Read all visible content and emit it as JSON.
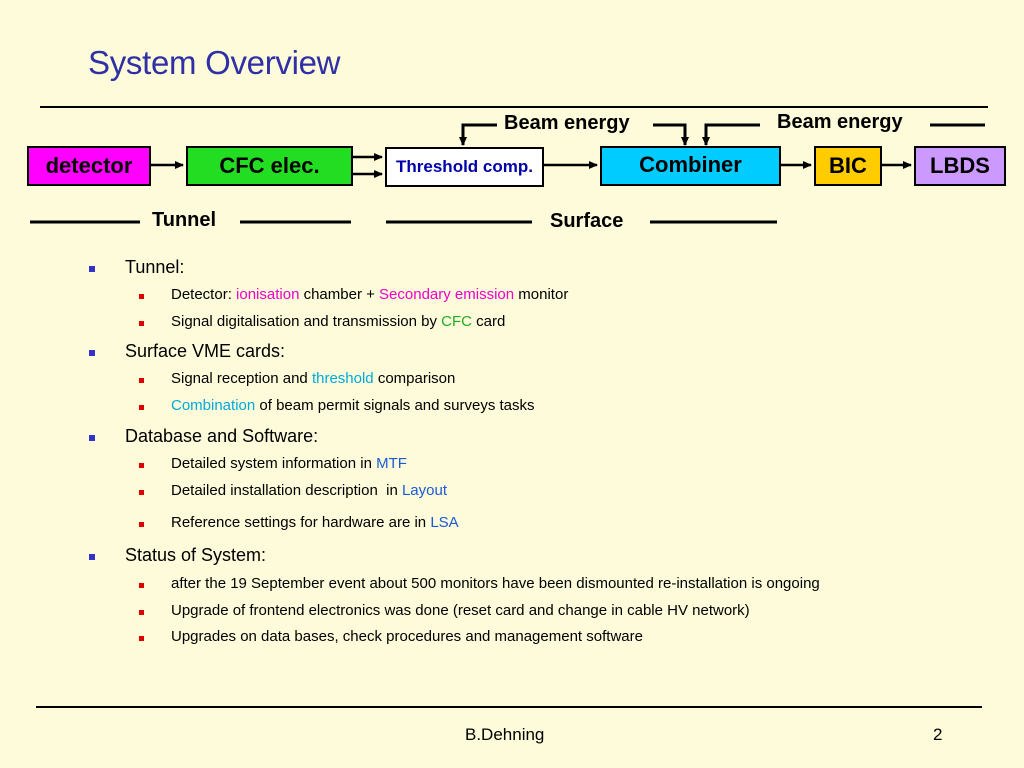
{
  "title": "System Overview",
  "diagram": {
    "boxes": {
      "detector": "detector",
      "cfc": "CFC elec.",
      "threshold": "Threshold comp.",
      "combiner": "Combiner",
      "bic": "BIC",
      "lbds": "LBDS"
    },
    "beam_energy_1": "Beam energy",
    "beam_energy_2": "Beam energy",
    "tunnel": "Tunnel",
    "surface": "Surface",
    "colors": {
      "detector": "#ff00ff",
      "cfc": "#22dd22",
      "threshold": "#ffffff",
      "combiner": "#00ccff",
      "bic": "#ffcc00",
      "lbds": "#cc99ff"
    }
  },
  "bullets": {
    "tunnel": {
      "heading": "Tunnel:",
      "items": [
        {
          "a": "Detector: ",
          "b": "ionisation",
          "c": " chamber + ",
          "d": "Secondary emission",
          "e": " monitor"
        },
        {
          "a": "Signal digitalisation and transmission by ",
          "b": "CFC",
          "c": " card"
        }
      ]
    },
    "surface": {
      "heading": "Surface VME cards:",
      "items": [
        {
          "a": "Signal reception and ",
          "b": "threshold",
          "c": " comparison"
        },
        {
          "a": "Combination",
          "b": " of beam permit signals and surveys tasks"
        }
      ]
    },
    "database": {
      "heading": "Database and Software:",
      "items": [
        {
          "a": "Detailed system information in ",
          "b": "MTF"
        },
        {
          "a": "Detailed installation description  in ",
          "b": "Layout"
        },
        {
          "a": "Reference settings for hardware are in ",
          "b": "LSA"
        }
      ]
    },
    "status": {
      "heading": "Status of System:",
      "items": [
        "after the 19 September event about 500 monitors have been dismounted re-installation is ongoing",
        "Upgrade of frontend electronics was done (reset card and change in cable HV network)",
        "Upgrades on data bases, check procedures and management software"
      ]
    }
  },
  "footer": {
    "author": "B.Dehning",
    "page": "2"
  }
}
